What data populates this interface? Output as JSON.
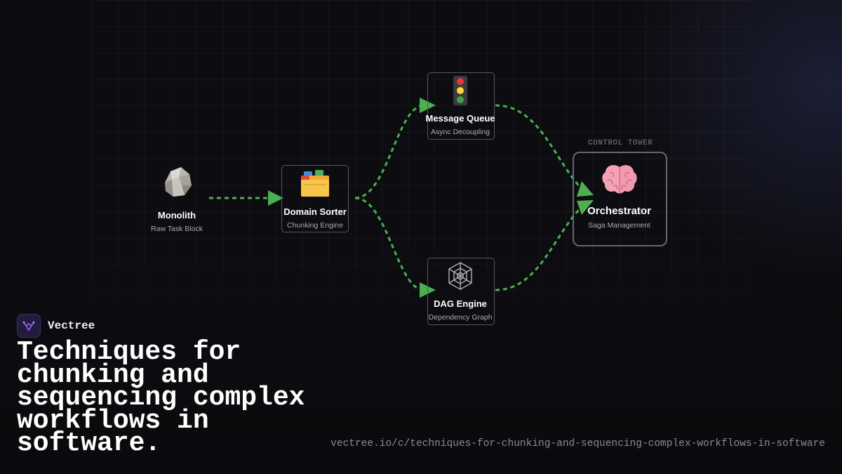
{
  "diagram": {
    "nodes": {
      "monolith": {
        "icon": "rock-icon",
        "title": "Monolith",
        "subtitle": "Raw Task Block"
      },
      "domain_sorter": {
        "icon": "card-index-dividers-icon",
        "title": "Domain Sorter",
        "subtitle": "Chunking Engine"
      },
      "message_queue": {
        "icon": "traffic-light-icon",
        "title": "Message Queue",
        "subtitle": "Async Decoupling"
      },
      "dag_engine": {
        "icon": "spider-web-icon",
        "title": "DAG Engine",
        "subtitle": "Dependency Graph"
      },
      "orchestrator": {
        "icon": "brain-icon",
        "tag": "CONTROL TOWER",
        "title": "Orchestrator",
        "subtitle": "Saga Management"
      }
    },
    "edges": [
      {
        "from": "monolith",
        "to": "domain_sorter"
      },
      {
        "from": "domain_sorter",
        "to": "message_queue"
      },
      {
        "from": "domain_sorter",
        "to": "dag_engine"
      },
      {
        "from": "message_queue",
        "to": "orchestrator"
      },
      {
        "from": "dag_engine",
        "to": "orchestrator"
      }
    ],
    "colors": {
      "edge": "#4caf50",
      "node_border": "#55565c",
      "background": "#0d0d11"
    }
  },
  "brand": {
    "name": "Vectree",
    "icon": "vectree-logo-icon",
    "accent": "#8b5cf6"
  },
  "headline": "Techniques for chunking and sequencing complex workflows in software.",
  "url": "vectree.io/c/techniques-for-chunking-and-sequencing-complex-workflows-in-software"
}
